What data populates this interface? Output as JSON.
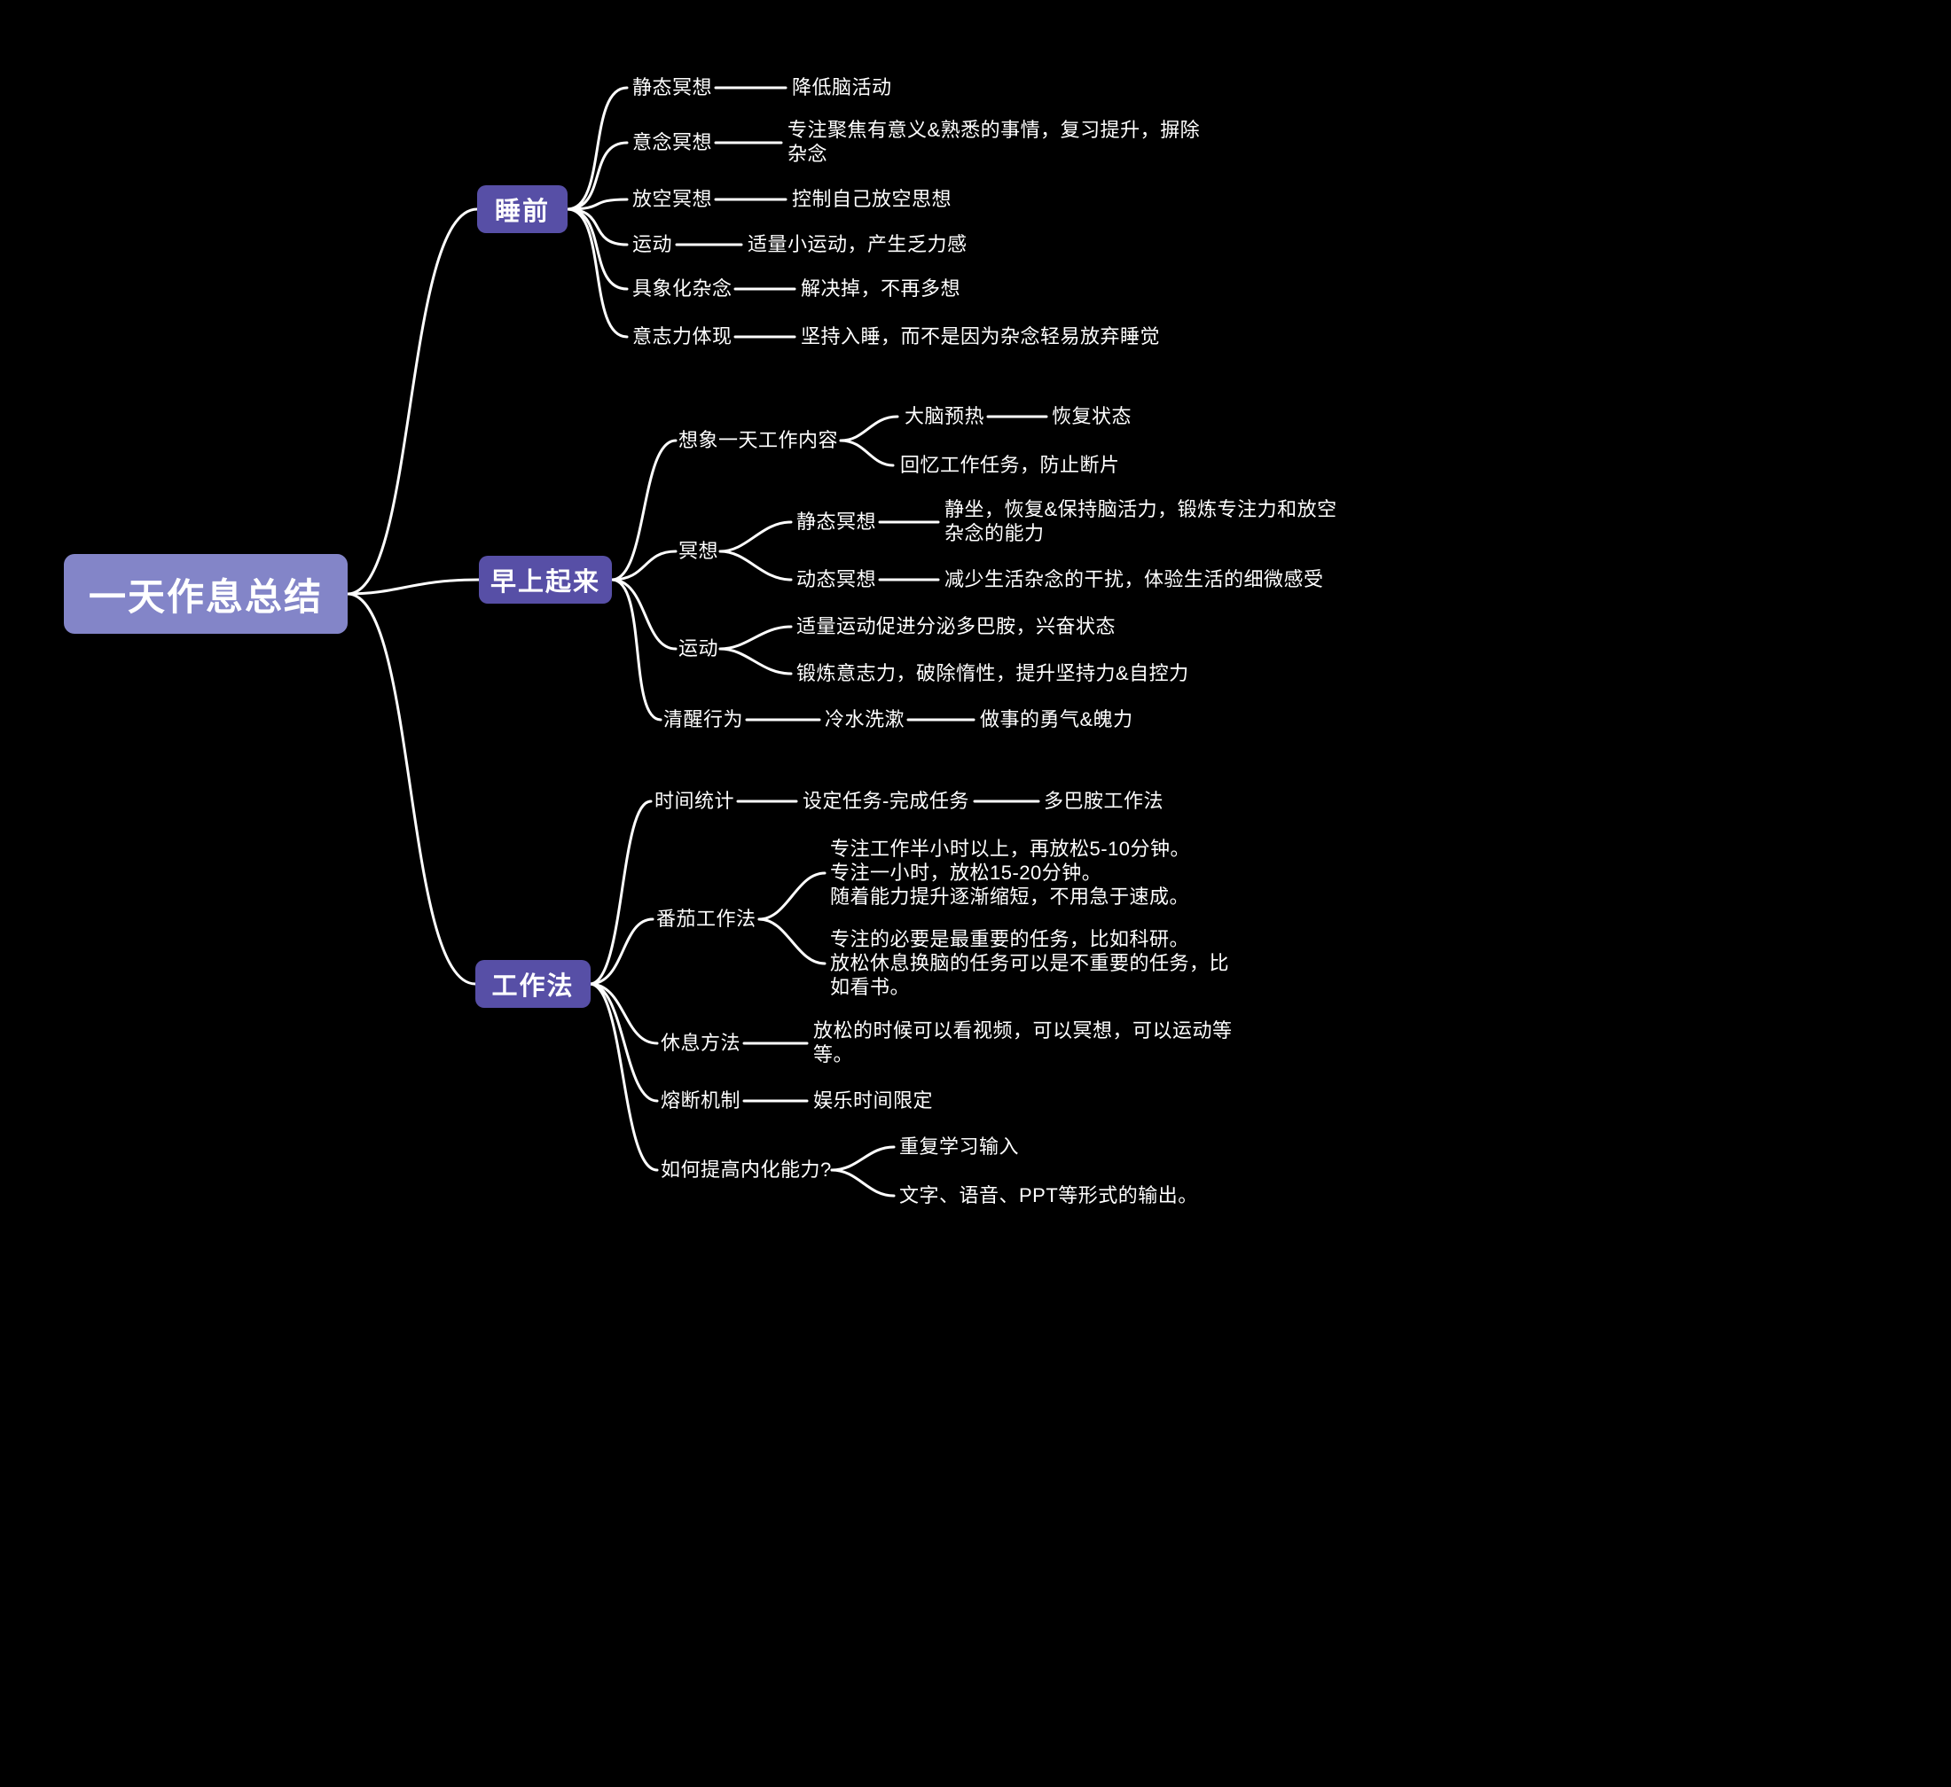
{
  "colors": {
    "background": "#000000",
    "root_node": "#8385c8",
    "branch_node": "#574fa6",
    "line": "#ffffff",
    "text": "#ffffff"
  },
  "root": {
    "label": "一天作息总结"
  },
  "sleep": {
    "label": "睡前",
    "children": [
      {
        "label": "静态冥想",
        "desc": "降低脑活动"
      },
      {
        "label": "意念冥想",
        "desc": "专注聚焦有意义&熟悉的事情，复习提升，摒除杂念"
      },
      {
        "label": "放空冥想",
        "desc": "控制自己放空思想"
      },
      {
        "label": "运动",
        "desc": "适量小运动，产生乏力感"
      },
      {
        "label": "具象化杂念",
        "desc": "解决掉，不再多想"
      },
      {
        "label": "意志力体现",
        "desc": "坚持入睡，而不是因为杂念轻易放弃睡觉"
      }
    ]
  },
  "morning": {
    "label": "早上起来",
    "children": [
      {
        "label": "想象一天工作内容",
        "children": [
          {
            "label": "大脑预热",
            "desc": "恢复状态"
          },
          {
            "label": "回忆工作任务，防止断片"
          }
        ]
      },
      {
        "label": "冥想",
        "children": [
          {
            "label": "静态冥想",
            "desc": "静坐，恢复&保持脑活力，锻炼专注力和放空杂念的能力"
          },
          {
            "label": "动态冥想",
            "desc": "减少生活杂念的干扰，体验生活的细微感受"
          }
        ]
      },
      {
        "label": "运动",
        "children": [
          {
            "label": "适量运动促进分泌多巴胺，兴奋状态"
          },
          {
            "label": "锻炼意志力，破除惰性，提升坚持力&自控力"
          }
        ]
      },
      {
        "label": "清醒行为",
        "desc": "冷水洗漱",
        "desc2": "做事的勇气&魄力"
      }
    ]
  },
  "work": {
    "label": "工作法",
    "children": [
      {
        "label": "时间统计",
        "desc": "设定任务-完成任务",
        "desc2": "多巴胺工作法"
      },
      {
        "label": "番茄工作法",
        "children": [
          {
            "label": "专注工作半小时以上，再放松5-10分钟。\n专注一小时，放松15-20分钟。\n随着能力提升逐渐缩短，不用急于速成。"
          },
          {
            "label": "专注的必要是最重要的任务，比如科研。\n放松休息换脑的任务可以是不重要的任务，比如看书。"
          }
        ]
      },
      {
        "label": "休息方法",
        "desc": "放松的时候可以看视频，可以冥想，可以运动等等。"
      },
      {
        "label": "熔断机制",
        "desc": "娱乐时间限定"
      },
      {
        "label": "如何提高内化能力?",
        "children": [
          {
            "label": "重复学习输入"
          },
          {
            "label": "文字、语音、PPT等形式的输出。"
          }
        ]
      }
    ]
  }
}
